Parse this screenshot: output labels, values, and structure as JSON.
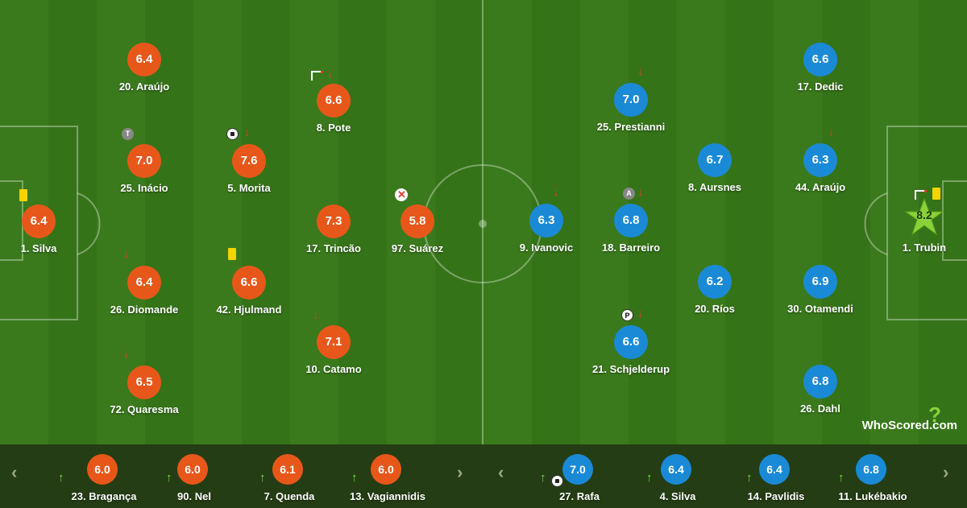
{
  "colors": {
    "home": "#e8571a",
    "away": "#1a8ad6",
    "star": "#8bd23a"
  },
  "logo": {
    "text": "WhoScored.com"
  },
  "home_players": [
    {
      "name": "20. Araújo",
      "rating": "6.4"
    },
    {
      "name": "8. Pote",
      "rating": "6.6"
    },
    {
      "name": "25. Inácio",
      "rating": "7.0"
    },
    {
      "name": "5. Morita",
      "rating": "7.6"
    },
    {
      "name": "1. Silva",
      "rating": "6.4"
    },
    {
      "name": "17. Trincão",
      "rating": "7.3"
    },
    {
      "name": "97. Suárez",
      "rating": "5.8"
    },
    {
      "name": "26. Diomande",
      "rating": "6.4"
    },
    {
      "name": "42. Hjulmand",
      "rating": "6.6"
    },
    {
      "name": "10. Catamo",
      "rating": "7.1"
    },
    {
      "name": "72. Quaresma",
      "rating": "6.5"
    }
  ],
  "away_players": [
    {
      "name": "17. Dedic",
      "rating": "6.6"
    },
    {
      "name": "25. Prestianni",
      "rating": "7.0"
    },
    {
      "name": "8. Aursnes",
      "rating": "6.7"
    },
    {
      "name": "44. Araújo",
      "rating": "6.3"
    },
    {
      "name": "9. Ivanovic",
      "rating": "6.3"
    },
    {
      "name": "18. Barreiro",
      "rating": "6.8"
    },
    {
      "name": "1. Trubin",
      "rating": "8.2"
    },
    {
      "name": "20. Ríos",
      "rating": "6.2"
    },
    {
      "name": "30. Otamendi",
      "rating": "6.9"
    },
    {
      "name": "21. Schjelderup",
      "rating": "6.6"
    },
    {
      "name": "26. Dahl",
      "rating": "6.8"
    }
  ],
  "badges": {
    "inacio": "T",
    "barreiro": "A",
    "schjelderup": "P"
  },
  "home_subs": [
    {
      "name": "23. Bragança",
      "rating": "6.0"
    },
    {
      "name": "90. Nel",
      "rating": "6.0"
    },
    {
      "name": "7. Quenda",
      "rating": "6.1"
    },
    {
      "name": "13. Vagiannidis",
      "rating": "6.0"
    }
  ],
  "away_subs": [
    {
      "name": "27. Rafa",
      "rating": "7.0"
    },
    {
      "name": "4. Silva",
      "rating": "6.4"
    },
    {
      "name": "14. Pavlidis",
      "rating": "6.4"
    },
    {
      "name": "11. Lukébakio",
      "rating": "6.8"
    }
  ],
  "bench_nav": {
    "prev": "‹",
    "next": "›"
  }
}
